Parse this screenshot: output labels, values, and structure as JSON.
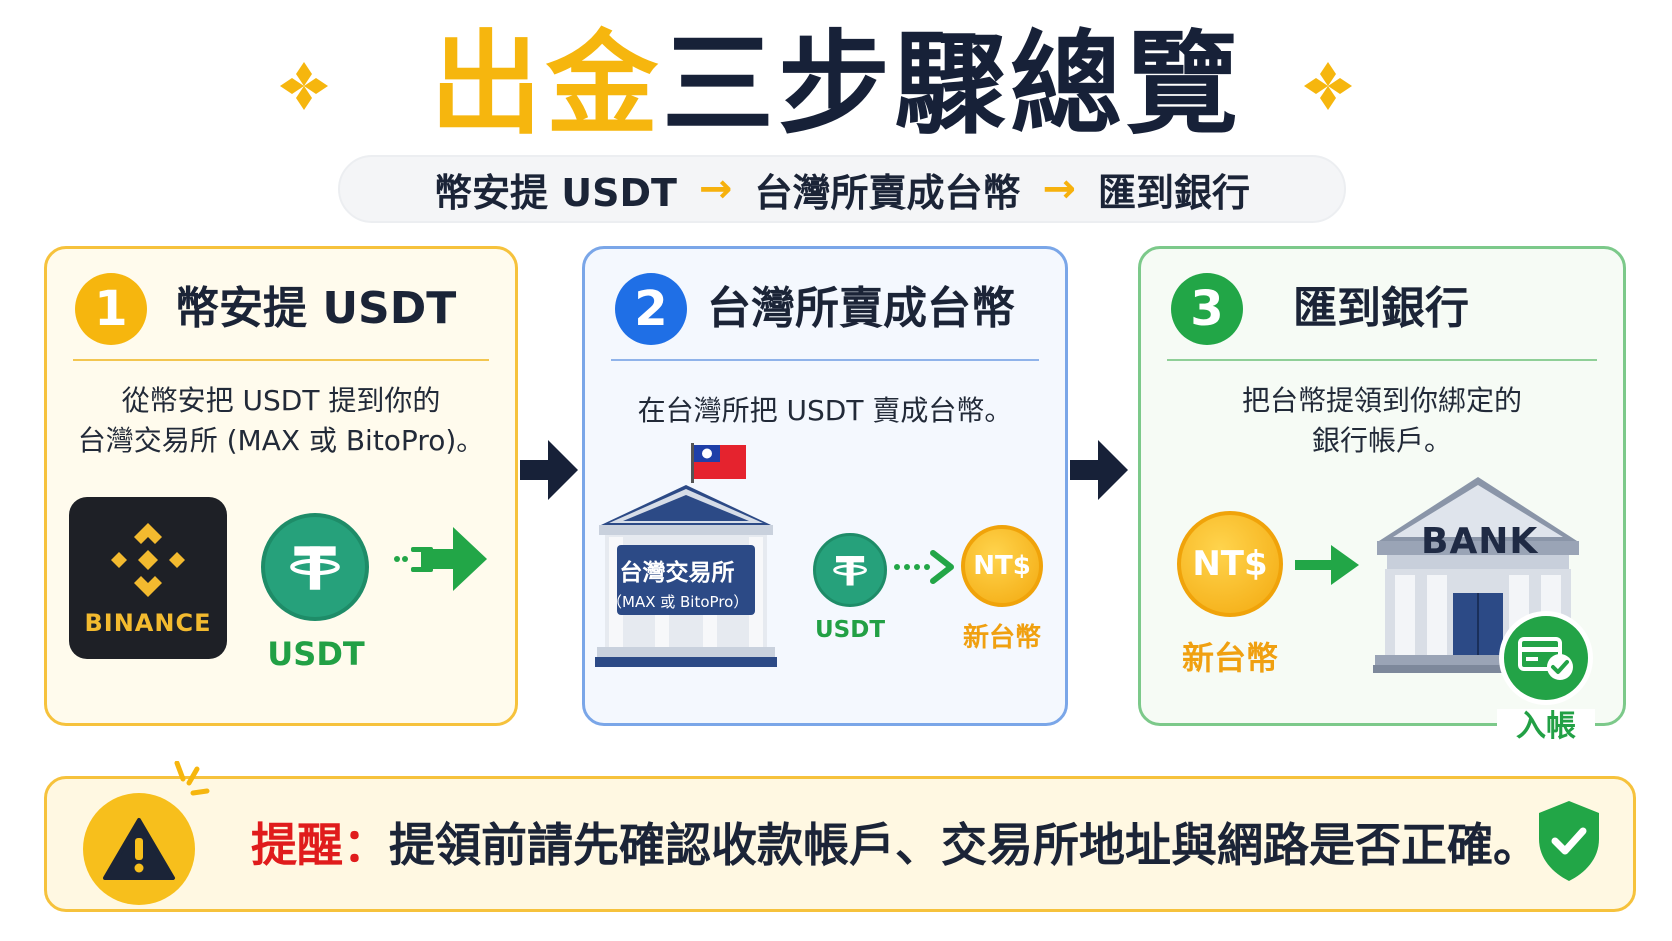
{
  "title": {
    "highlight": "出金",
    "rest": "三步驟總覽"
  },
  "subtitle": {
    "steps": [
      "幣安提 USDT",
      "台灣所賣成台幣",
      "匯到銀行"
    ],
    "arrow": "→"
  },
  "steps": [
    {
      "number": "1",
      "title": "幣安提 USDT",
      "desc_lines": [
        "從幣安把 USDT 提到你的",
        "台灣交易所 (MAX 或 BitoPro)。"
      ],
      "logo_text": "BINANCE",
      "coin_label": "USDT"
    },
    {
      "number": "2",
      "title": "台灣所賣成台幣",
      "desc_lines": [
        "在台灣所把 USDT 賣成台幣。"
      ],
      "building_label": "台灣交易所",
      "building_sublabel": "（MAX 或 BitoPro）",
      "coin_from_label": "USDT",
      "coin_to_text": "NT$",
      "coin_to_label": "新台幣"
    },
    {
      "number": "3",
      "title": "匯到銀行",
      "desc_lines": [
        "把台幣提領到你綁定的",
        "銀行帳戶。"
      ],
      "coin_text": "NT$",
      "coin_label": "新台幣",
      "bank_text": "BANK",
      "badge_label": "入帳"
    }
  ],
  "warning": {
    "label": "提醒：",
    "text": "提領前請先確認收款帳戶、交易所地址與網路是否正確。"
  },
  "colors": {
    "yellow": "#f6b60e",
    "navy": "#172138",
    "blue": "#1f6fe6",
    "green": "#22a647",
    "red": "#e01c1c",
    "usdt": "#26a17b"
  },
  "icons": [
    "sparkle-icon",
    "binance-logo-icon",
    "usdt-coin-icon",
    "arrow-right-icon",
    "exchange-building-icon",
    "taiwan-flag-icon",
    "nt-coin-icon",
    "bank-building-icon",
    "check-card-icon",
    "warning-icon",
    "shield-check-icon"
  ]
}
